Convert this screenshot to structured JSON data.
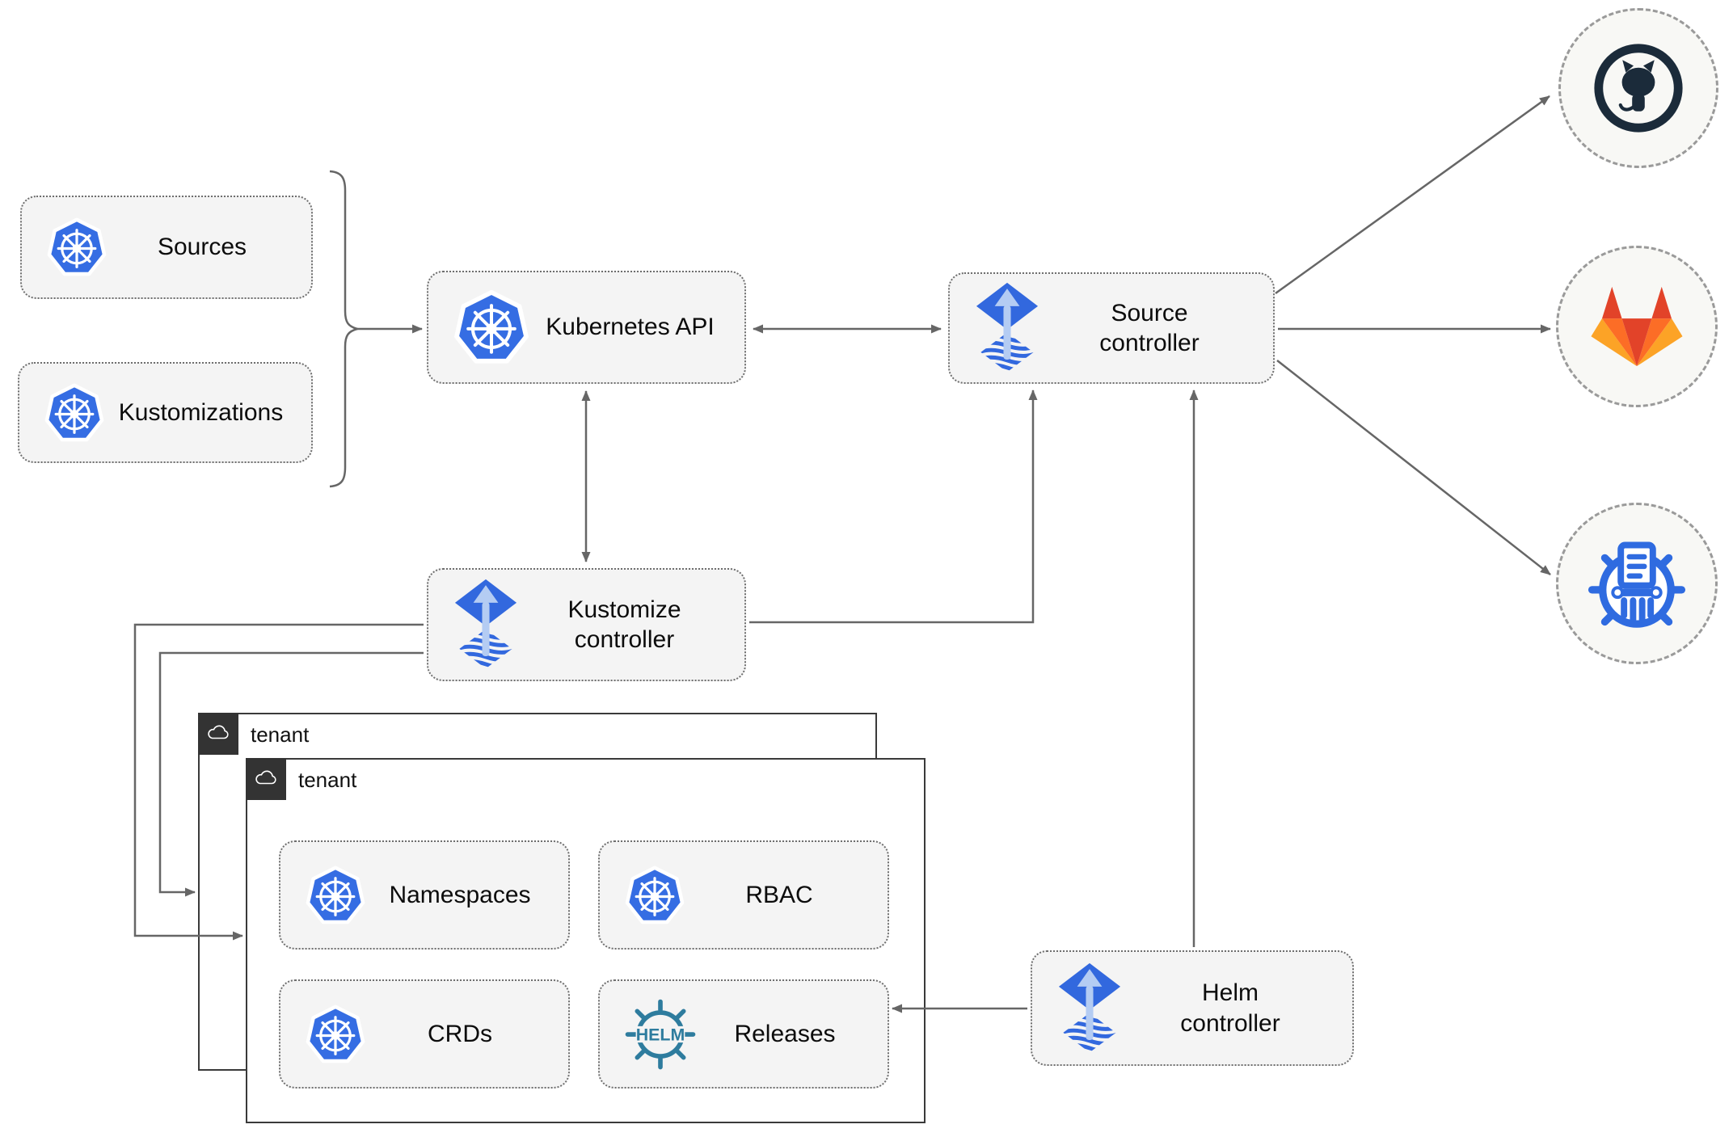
{
  "diagram": {
    "title_hint": "Flux GitOps architecture",
    "nodes": {
      "sources": {
        "label": "Sources",
        "icon": "kubernetes"
      },
      "kustomizations": {
        "label": "Kustomizations",
        "icon": "kubernetes"
      },
      "kubernetes_api": {
        "label": "Kubernetes API",
        "icon": "kubernetes"
      },
      "source_controller": {
        "label": "Source controller",
        "icon": "flux"
      },
      "kustomize_controller": {
        "label": "Kustomize controller",
        "icon": "flux"
      },
      "helm_controller": {
        "label": "Helm controller",
        "icon": "flux"
      },
      "tenant_back": {
        "label": "tenant",
        "icon": "cloud"
      },
      "tenant_front": {
        "label": "tenant",
        "icon": "cloud"
      },
      "namespaces": {
        "label": "Namespaces",
        "icon": "kubernetes"
      },
      "rbac": {
        "label": "RBAC",
        "icon": "kubernetes"
      },
      "crds": {
        "label": "CRDs",
        "icon": "kubernetes"
      },
      "releases": {
        "label": "Releases",
        "icon": "helm"
      },
      "github": {
        "icon": "github"
      },
      "gitlab": {
        "icon": "gitlab"
      },
      "chartmuseum": {
        "icon": "chartmuseum"
      }
    },
    "icons": {
      "helm_wordmark": "HELM"
    },
    "edges": [
      {
        "from": "sources+kustomizations (brace)",
        "to": "kubernetes_api",
        "type": "arrow"
      },
      {
        "from": "kubernetes_api",
        "to": "source_controller",
        "type": "double-arrow"
      },
      {
        "from": "kubernetes_api",
        "to": "kustomize_controller",
        "type": "double-arrow"
      },
      {
        "from": "kustomize_controller",
        "to": "source_controller",
        "type": "arrow"
      },
      {
        "from": "kustomize_controller",
        "to": "tenant_front",
        "type": "arrow"
      },
      {
        "from": "kustomize_controller",
        "to": "tenant_back",
        "type": "arrow"
      },
      {
        "from": "helm_controller",
        "to": "source_controller",
        "type": "arrow"
      },
      {
        "from": "helm_controller",
        "to": "releases",
        "type": "arrow"
      },
      {
        "from": "source_controller",
        "to": "github",
        "type": "arrow"
      },
      {
        "from": "source_controller",
        "to": "gitlab",
        "type": "arrow"
      },
      {
        "from": "source_controller",
        "to": "chartmuseum",
        "type": "arrow"
      }
    ],
    "colors": {
      "kubernetes_blue": "#356DE3",
      "flux_blue": "#3268DE",
      "flux_arrow_light": "#B4CCF3",
      "helm_teal": "#2E7C9E",
      "github_dark": "#1B2B3A",
      "gitlab_red": "#E24329",
      "gitlab_orange": "#FC6D26",
      "gitlab_amber": "#FCA326",
      "chartmuseum_blue": "#2F6BE0",
      "line_gray": "#666666",
      "box_fill": "#F4F4F4",
      "tenant_border": "#3A3A3A",
      "tab_fill": "#333333"
    }
  }
}
